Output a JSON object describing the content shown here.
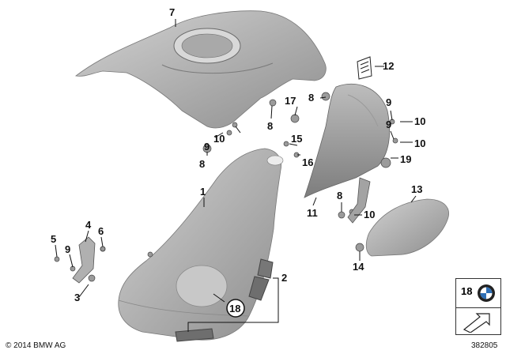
{
  "callouts": {
    "c1": "1",
    "c2": "2",
    "c3": "3",
    "c4": "4",
    "c5": "5",
    "c6": "6",
    "c7": "7",
    "c8a": "8",
    "c8b": "8",
    "c8c": "8",
    "c8d": "8",
    "c9a": "9",
    "c9b": "9",
    "c9c": "9",
    "c9d": "9",
    "c10a": "10",
    "c10b": "10",
    "c10c": "10",
    "c10d": "10",
    "c11": "11",
    "c12": "12",
    "c13": "13",
    "c14": "14",
    "c15": "15",
    "c16": "16",
    "c17": "17",
    "c18": "18",
    "c19": "19"
  },
  "ref_box": {
    "number": "18",
    "logo": "bmw-roundel-logo",
    "arrow": "arrow-icon"
  },
  "footer": {
    "copyright": "© 2014 BMW AG",
    "document_number": "382805"
  },
  "colors": {
    "part_fill": "#b5b5b5",
    "part_dark": "#8f8f8f",
    "line": "#111111"
  }
}
